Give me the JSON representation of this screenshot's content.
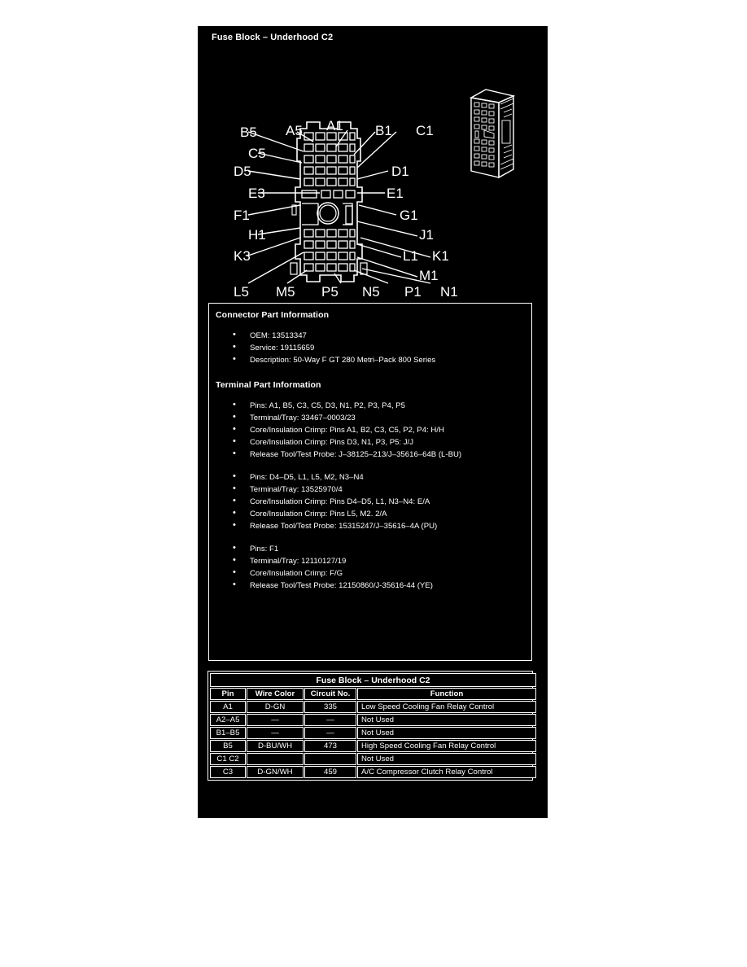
{
  "document": {
    "title": "Fuse Block – Underhood C2"
  },
  "diagram": {
    "name": "connector-face-view",
    "labels_left": [
      "B5",
      "C5",
      "D5",
      "E3",
      "F1",
      "H1",
      "K3",
      "L5",
      "M5"
    ],
    "labels_top": [
      "A5",
      "A1",
      "B1",
      "C1"
    ],
    "labels_right": [
      "D1",
      "E1",
      "G1",
      "J1",
      "K1",
      "L1",
      "M1",
      "N1",
      "P1"
    ],
    "labels_bottom": [
      "L5",
      "M5",
      "P5",
      "N5",
      "P1",
      "N1"
    ],
    "all_callouts": [
      "B5",
      "A5",
      "A1",
      "B1",
      "C1",
      "C5",
      "D5",
      "D1",
      "E3",
      "E1",
      "F1",
      "G1",
      "H1",
      "J1",
      "K3",
      "K1",
      "L1",
      "M1",
      "L5",
      "M5",
      "P5",
      "N5",
      "P1",
      "N1"
    ],
    "inset_name": "connector-isometric-view"
  },
  "connector_part_information": {
    "heading": "Connector Part Information",
    "items": [
      "OEM: 13513347",
      "Service: 19115659",
      "Description: 50-Way F GT 280 Metri–Pack 800 Series"
    ]
  },
  "terminal_part_information": {
    "heading": "Terminal Part Information",
    "groups": [
      {
        "items": [
          "Pins: A1, B5, C3, C5, D3, N1, P2, P3, P4, P5",
          "Terminal/Tray: 33467–0003/23",
          "Core/Insulation Crimp: Pins A1, B2, C3, C5, P2, P4: H/H",
          "Core/Insulation Crimp: Pins D3, N1, P3, P5: J/J",
          "Release Tool/Test Probe: J–38125–213/J–35616–64B (L-BU)"
        ]
      },
      {
        "items": [
          "Pins: D4–D5, L1, L5, M2, N3–N4",
          "Terminal/Tray: 13525970/4",
          "Core/Insulation Crimp: Pins D4–D5, L1, N3–N4: E/A",
          "Core/Insulation Crimp: Pins L5, M2. 2/A",
          "Release Tool/Test Probe: 15315247/J–35616–4A (PU)"
        ]
      },
      {
        "items": [
          "Pins: F1",
          "Terminal/Tray: 12110127/19",
          "Core/Insulation Crimp: F/G",
          "Release Tool/Test Probe: 12150860/J-35616-44 (YE)"
        ]
      }
    ]
  },
  "pin_table": {
    "title": "Fuse Block – Underhood C2",
    "columns": [
      "Pin",
      "Wire Color",
      "Circuit No.",
      "Function"
    ],
    "rows": [
      {
        "pin": "A1",
        "wire": "D-GN",
        "circuit": "335",
        "function": "Low Speed Cooling Fan Relay Control"
      },
      {
        "pin": "A2–A5",
        "wire": "—",
        "circuit": "—",
        "function": "Not Used"
      },
      {
        "pin": "B1–B5",
        "wire": "—",
        "circuit": "—",
        "function": "Not Used"
      },
      {
        "pin": "B5",
        "wire": "D-BU/WH",
        "circuit": "473",
        "function": "High Speed Cooling Fan Relay Control"
      },
      {
        "pin": "C1  C2",
        "wire": "",
        "circuit": "",
        "function": "Not Used"
      },
      {
        "pin": "C3",
        "wire": "D-GN/WH",
        "circuit": "459",
        "function": "A/C Compressor Clutch Relay Control"
      }
    ]
  },
  "colors": {
    "background": "#ffffff",
    "panel": "#000000",
    "foreground": "#ffffff"
  }
}
